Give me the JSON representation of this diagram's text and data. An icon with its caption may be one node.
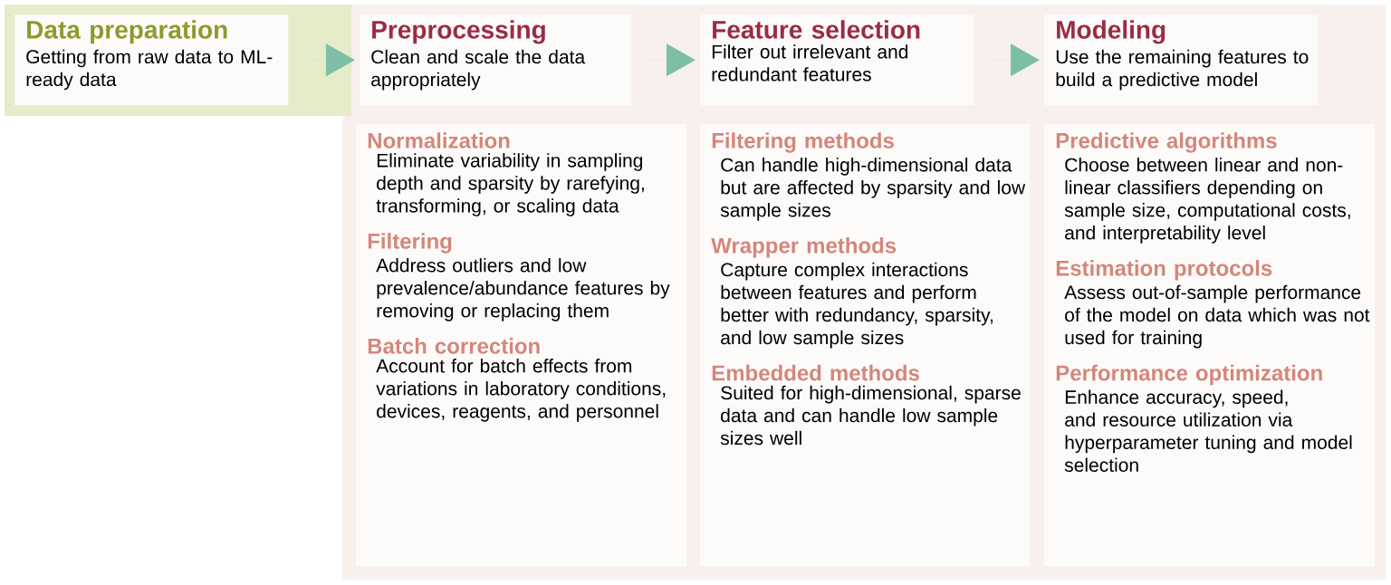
{
  "diagram": {
    "nodes": [
      {
        "text": [
          "Data preparation",
          "Getting from raw data to ML-ready data"
        ]
      },
      {
        "text": [
          "Preprocessing",
          "Clean and scale the data appropriately"
        ]
      },
      {
        "text": [
          "Feature selection",
          "Filter out irrelevant and redundant features"
        ]
      },
      {
        "text": [
          "Modeling",
          "Use the remaining features to build a predictive model"
        ]
      },
      {
        "text": [
          "Normalization",
          "Eliminate variability in sampling depth and sparsity by rarefying, transforming, or scaling data",
          "Filtering",
          "Address outliers and low prevalence/abundance features by removing or replacing them",
          "Batch correction",
          "Account for batch effects from variations in laboratory conditions, devices, reagents, and personnel"
        ]
      },
      {
        "text": [
          "Filtering methods",
          "Can handle high-dimensional data but are affected by sparsity and low sample sizes",
          "Wrapper methods",
          "Capture complex interactions between features and perform better with redundancy, sparsity, and low sample sizes",
          "Embedded methods",
          "Suited for high-dimensional, sparse data and can handle low sample sizes well"
        ]
      },
      {
        "text": [
          "Predictive algorithms",
          "Choose between linear and non-linear classifiers depending on sample size, computational costs, and interpretability level",
          "Estimation protocols",
          "Assess out-of-sample performance of the model on data which was not used for training",
          "Performance optimization",
          "Enhance accuracy, speed, and resource utilization via hyperparameter tuning and model selection"
        ]
      }
    ],
    "edges": [
      {
        "from": 0,
        "to": 1,
        "arrow": "to"
      },
      {
        "from": 1,
        "to": 2,
        "arrow": "to"
      },
      {
        "from": 2,
        "to": 3,
        "arrow": "to"
      }
    ]
  }
}
